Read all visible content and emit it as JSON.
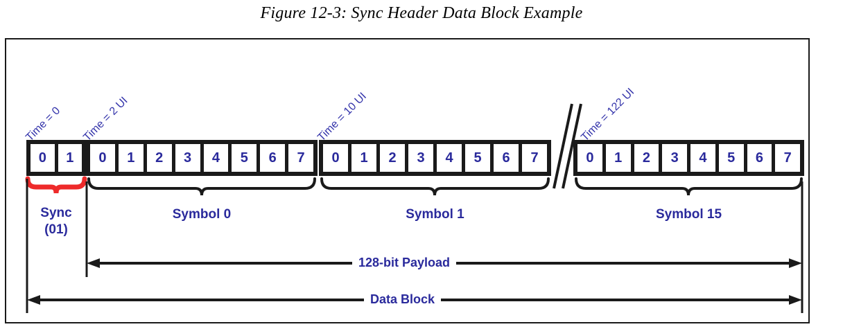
{
  "figure": {
    "title": "Figure 12-3: Sync Header Data Block Example"
  },
  "colors": {
    "bit_text": "#2a2a9c",
    "label_text": "#2a2a9c",
    "time_label": "#3333aa",
    "sync_brace": "#ee2a2a",
    "bar_fill": "#1a1a1a",
    "frame_border": "#1a1a1a",
    "background": "#ffffff"
  },
  "diagram": {
    "type": "timing-bit-field",
    "groups": [
      {
        "id": "sync",
        "label": "Sync\n(01)",
        "label_line1": "Sync",
        "label_line2": "(01)",
        "time_label": "Time = 0",
        "brace_color": "red",
        "bits": [
          "0",
          "1"
        ]
      },
      {
        "id": "symbol0",
        "label": "Symbol 0",
        "time_label": "Time = 2 UI",
        "brace_color": "black",
        "bits": [
          "0",
          "1",
          "2",
          "3",
          "4",
          "5",
          "6",
          "7"
        ]
      },
      {
        "id": "symbol1",
        "label": "Symbol 1",
        "time_label": "Time = 10 UI",
        "brace_color": "black",
        "bits": [
          "0",
          "1",
          "2",
          "3",
          "4",
          "5",
          "6",
          "7"
        ]
      },
      {
        "id": "symbol15",
        "label": "Symbol 15",
        "time_label": "Time = 122 UI",
        "brace_color": "black",
        "bits": [
          "0",
          "1",
          "2",
          "3",
          "4",
          "5",
          "6",
          "7"
        ]
      }
    ],
    "break_marker": "double-slash",
    "measures": [
      {
        "id": "payload",
        "label": "128-bit Payload",
        "arrow": "double-headed"
      },
      {
        "id": "datablock",
        "label": "Data Block",
        "arrow": "double-headed"
      }
    ]
  }
}
